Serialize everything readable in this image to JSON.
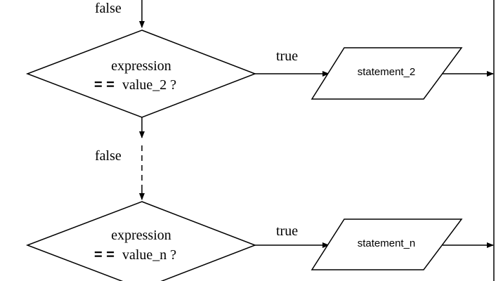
{
  "flow": {
    "top_false_label": "false",
    "mid_false_label": "false",
    "decision_2": {
      "line1": "expression",
      "operator": "= =",
      "line2": "value_2 ?",
      "true_label": "true",
      "statement": "statement_2"
    },
    "decision_n": {
      "line1": "expression",
      "operator": "= =",
      "line2": "value_n ?",
      "true_label": "true",
      "statement": "statement_n"
    }
  }
}
